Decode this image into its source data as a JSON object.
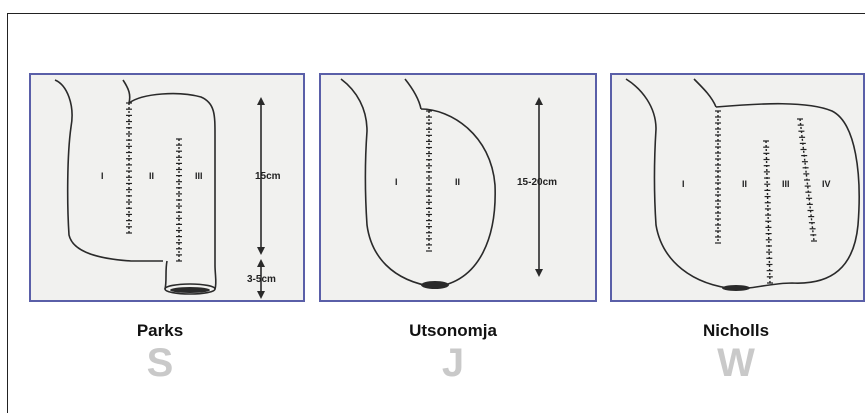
{
  "pouches": [
    {
      "name": "Parks",
      "letter": "S",
      "limbs": [
        "I",
        "II",
        "III"
      ],
      "dims": [
        "15cm",
        "3-5cm"
      ]
    },
    {
      "name": "Utsonomja",
      "letter": "J",
      "limbs": [
        "I",
        "II"
      ],
      "dims": [
        "15-20cm"
      ]
    },
    {
      "name": "Nicholls",
      "letter": "W",
      "limbs": [
        "I",
        "II",
        "III",
        "IV"
      ],
      "dims": []
    }
  ],
  "colors": {
    "panel_border": "#5a5fa8",
    "letter": "#c9c9c9",
    "stroke": "#2a2a2a"
  }
}
